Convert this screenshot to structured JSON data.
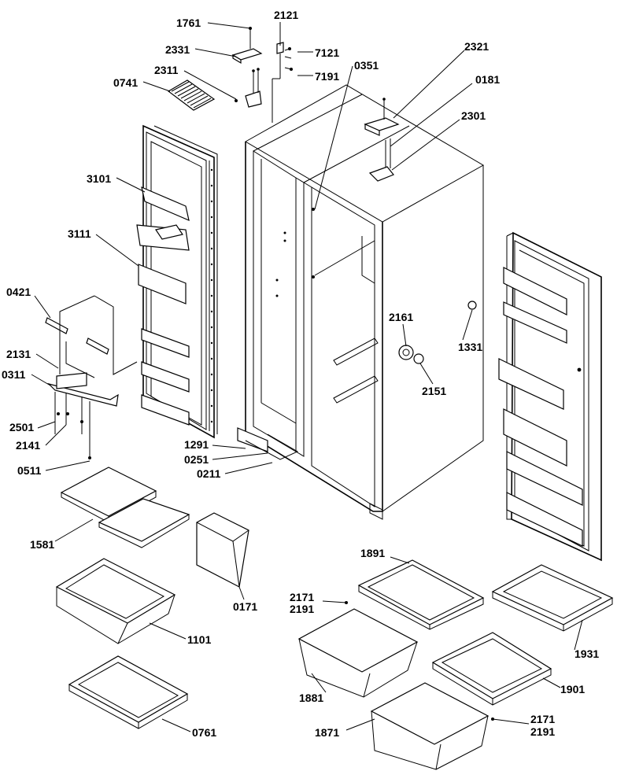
{
  "labels": {
    "l1761": "1761",
    "l2121": "2121",
    "l2331": "2331",
    "l7121": "7121",
    "l2311": "2311",
    "l7191": "7191",
    "l0741": "0741",
    "l0351": "0351",
    "l2321": "2321",
    "l0181": "0181",
    "l2301": "2301",
    "l3101": "3101",
    "l3111": "3111",
    "l0421": "0421",
    "l2131": "2131",
    "l0311": "0311",
    "l2501": "2501",
    "l2141": "2141",
    "l0511": "0511",
    "l1291": "1291",
    "l0251": "0251",
    "l0211": "0211",
    "l2161": "2161",
    "l1331": "1331",
    "l2151": "2151",
    "l1581": "1581",
    "l0171": "0171",
    "l1101": "1101",
    "l0761": "0761",
    "l1891": "1891",
    "l2171a": "2171",
    "l2191a": "2191",
    "l1881": "1881",
    "l1931": "1931",
    "l1901": "1901",
    "l1871": "1871",
    "l2171b": "2171",
    "l2191b": "2191"
  }
}
